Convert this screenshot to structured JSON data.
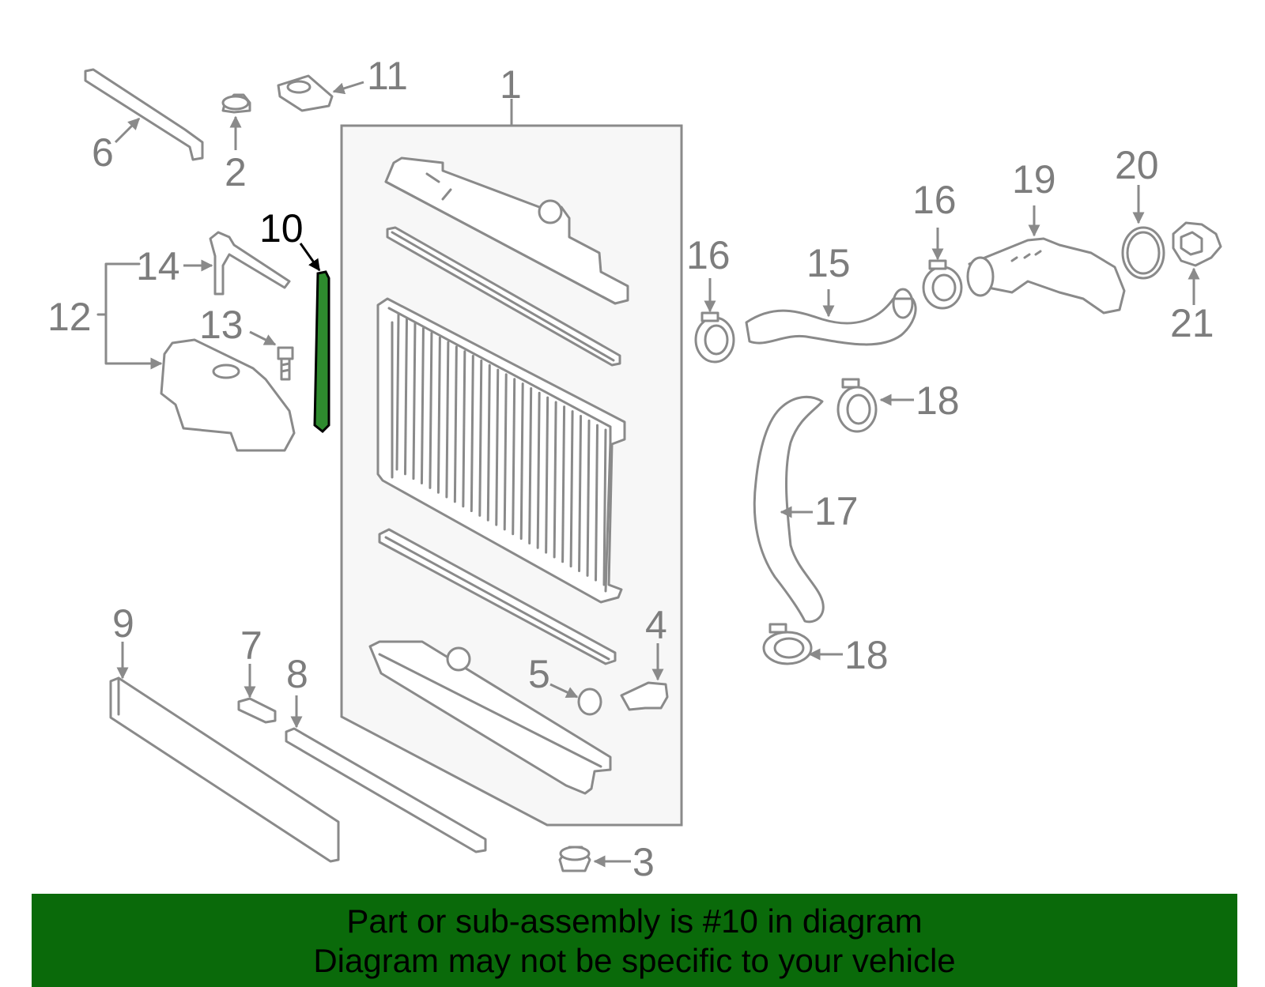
{
  "diagram": {
    "highlight_color": "#2e8b2e",
    "highlighted_part": "10",
    "callouts": [
      {
        "id": "c1",
        "text": "1"
      },
      {
        "id": "c2",
        "text": "2"
      },
      {
        "id": "c3",
        "text": "3"
      },
      {
        "id": "c4",
        "text": "4"
      },
      {
        "id": "c5",
        "text": "5"
      },
      {
        "id": "c6",
        "text": "6"
      },
      {
        "id": "c7",
        "text": "7"
      },
      {
        "id": "c8",
        "text": "8"
      },
      {
        "id": "c9",
        "text": "9"
      },
      {
        "id": "c10",
        "text": "10"
      },
      {
        "id": "c11",
        "text": "11"
      },
      {
        "id": "c12",
        "text": "12"
      },
      {
        "id": "c13",
        "text": "13"
      },
      {
        "id": "c14",
        "text": "14"
      },
      {
        "id": "c15",
        "text": "15"
      },
      {
        "id": "c16a",
        "text": "16"
      },
      {
        "id": "c16b",
        "text": "16"
      },
      {
        "id": "c17",
        "text": "17"
      },
      {
        "id": "c18a",
        "text": "18"
      },
      {
        "id": "c18b",
        "text": "18"
      },
      {
        "id": "c19",
        "text": "19"
      },
      {
        "id": "c20",
        "text": "20"
      },
      {
        "id": "c21",
        "text": "21"
      }
    ]
  },
  "banner": {
    "background": "#0a6a0a",
    "line1": "Part or sub-assembly is #10 in diagram",
    "line2": "Diagram may not be specific to your vehicle"
  }
}
